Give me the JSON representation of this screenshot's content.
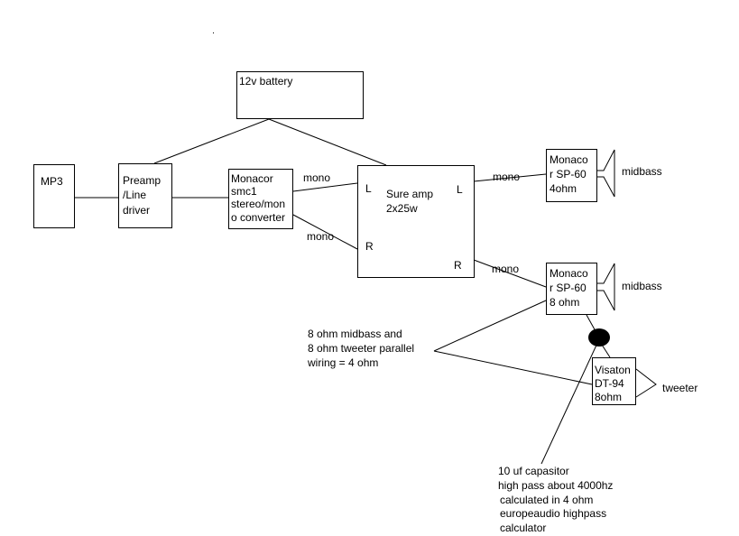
{
  "components": {
    "battery": "12v battery",
    "mp3": "MP3",
    "preamp": [
      "Preamp",
      "/Line",
      "driver"
    ],
    "converter": [
      "Monacor",
      "smc1",
      "stereo/mon",
      "o converter"
    ],
    "amp": [
      "Sure amp",
      "2x25w"
    ],
    "speaker_top": [
      "Monaco",
      "r SP-60",
      "4ohm"
    ],
    "speaker_bottom": [
      "Monaco",
      "r SP-60",
      "8 ohm"
    ],
    "tweeter_box": [
      "Visaton",
      "DT-94",
      "8ohm"
    ]
  },
  "labels": {
    "amp_in_left": "L",
    "amp_in_right": "R",
    "amp_out_left": "L",
    "amp_out_right": "R",
    "mono_in_top": "mono",
    "mono_in_bottom": "mono",
    "mono_out_top": "mono",
    "mono_out_bottom": "mono",
    "midbass_top": "midbass",
    "midbass_bottom": "midbass",
    "tweeter": "tweeter"
  },
  "notes": {
    "parallel": [
      "8 ohm midbass and",
      "8 ohm tweeter parallel",
      "wiring = 4 ohm"
    ],
    "capacitor": [
      "10 uf capasitor",
      "high pass about 4000hz",
      "calculated in 4 ohm",
      "europeaudio highpass",
      "calculator"
    ]
  }
}
